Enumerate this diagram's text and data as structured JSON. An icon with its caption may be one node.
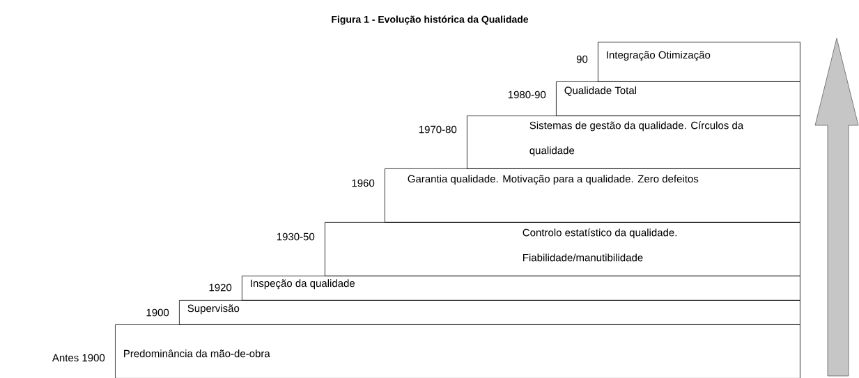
{
  "diagram": {
    "title": "Figura 1 - Evolução histórica da Qualidade",
    "nodes": [
      {
        "text": [
          "Integração Otimização"
        ],
        "beside": [
          "90"
        ]
      },
      {
        "text": [
          "Qualidade Total"
        ],
        "beside": [
          "1980-90"
        ]
      },
      {
        "text": [
          "Sistemas de gestão da qualidade. Círculos da qualidade"
        ],
        "beside": [
          "1970-80"
        ]
      },
      {
        "text": [
          "Garantia qualidade. Motivação para a qualidade. Zero defeitos"
        ],
        "beside": [
          "1960"
        ]
      },
      {
        "text": [
          "Controlo estatístico da qualidade. Fiabilidade/manutibilidade"
        ],
        "beside": [
          "1930-50"
        ]
      },
      {
        "text": [
          "Inspeção da qualidade"
        ],
        "beside": [
          "1920"
        ]
      },
      {
        "text": [
          "Supervisão"
        ],
        "beside": [
          "1900"
        ]
      },
      {
        "text": [
          "Predominância da mão-de-obra"
        ],
        "beside": [
          "Antes 1900"
        ]
      }
    ]
  }
}
